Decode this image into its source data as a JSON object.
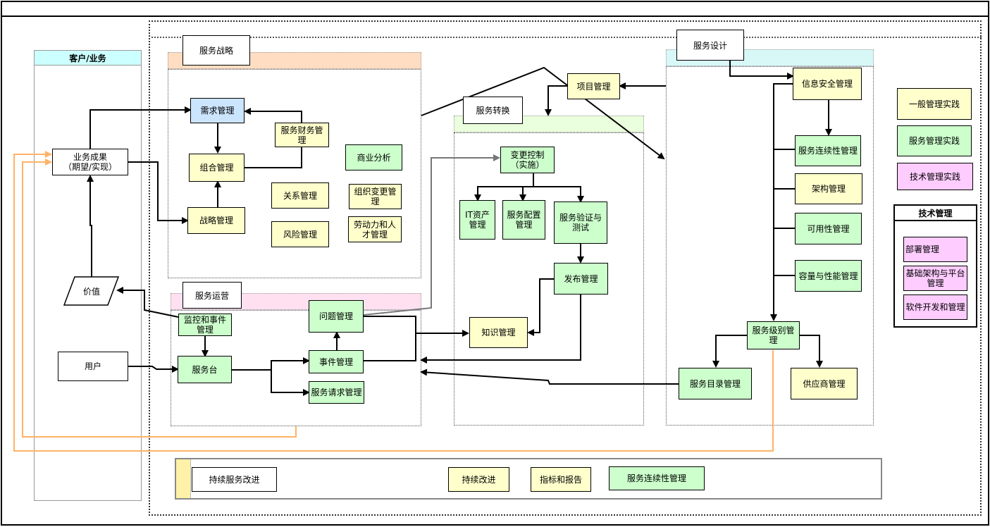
{
  "customer": {
    "title": "客户/业务",
    "outcome": "业务成果\n（期望/实现）",
    "value": "价值",
    "user": "用户"
  },
  "strategy": {
    "title": "服务战略",
    "demand": "需求管理",
    "finance": "服务财务管理",
    "portfolio": "组合管理",
    "business_analysis": "商业分析",
    "relationship": "关系管理",
    "org_change": "组织变更管理",
    "strategy_mgmt": "战略管理",
    "risk": "风险管理",
    "workforce": "劳动力和人才管理"
  },
  "operation": {
    "title": "服务运营",
    "monitoring": "监控和事件管理",
    "problem": "问题管理",
    "service_desk": "服务台",
    "incident": "事件管理",
    "request": "服务请求管理"
  },
  "transition": {
    "title": "服务转换",
    "project": "项目管理",
    "change": "变更控制（实施）",
    "it_asset": "IT资产管理",
    "config": "服务配置管理",
    "validation": "服务验证与测试",
    "release": "发布管理",
    "knowledge": "知识管理"
  },
  "design": {
    "title": "服务设计",
    "security": "信息安全管理",
    "continuity": "服务连续性管理",
    "architecture": "架构管理",
    "availability": "可用性管理",
    "capacity": "容量与性能管理",
    "service_level": "服务级别管理",
    "catalog": "服务目录管理",
    "supplier": "供应商管理"
  },
  "legend": {
    "general": "一般管理实践",
    "service": "服务管理实践",
    "technical": "技术管理实践"
  },
  "tech": {
    "title": "技术管理",
    "deploy": "部署管理",
    "infra": "基础架构与平台管理",
    "software": "软件开发和管理"
  },
  "csi": {
    "title": "持续服务改进",
    "improve": "持续改进",
    "metrics": "指标和报告",
    "continuity": "服务连续性管理"
  },
  "colors": {
    "general": "#ffffcc",
    "service": "#ccffcc",
    "technical": "#ffccff",
    "demand": "#cce5ff",
    "feedback": "#ffb366"
  }
}
